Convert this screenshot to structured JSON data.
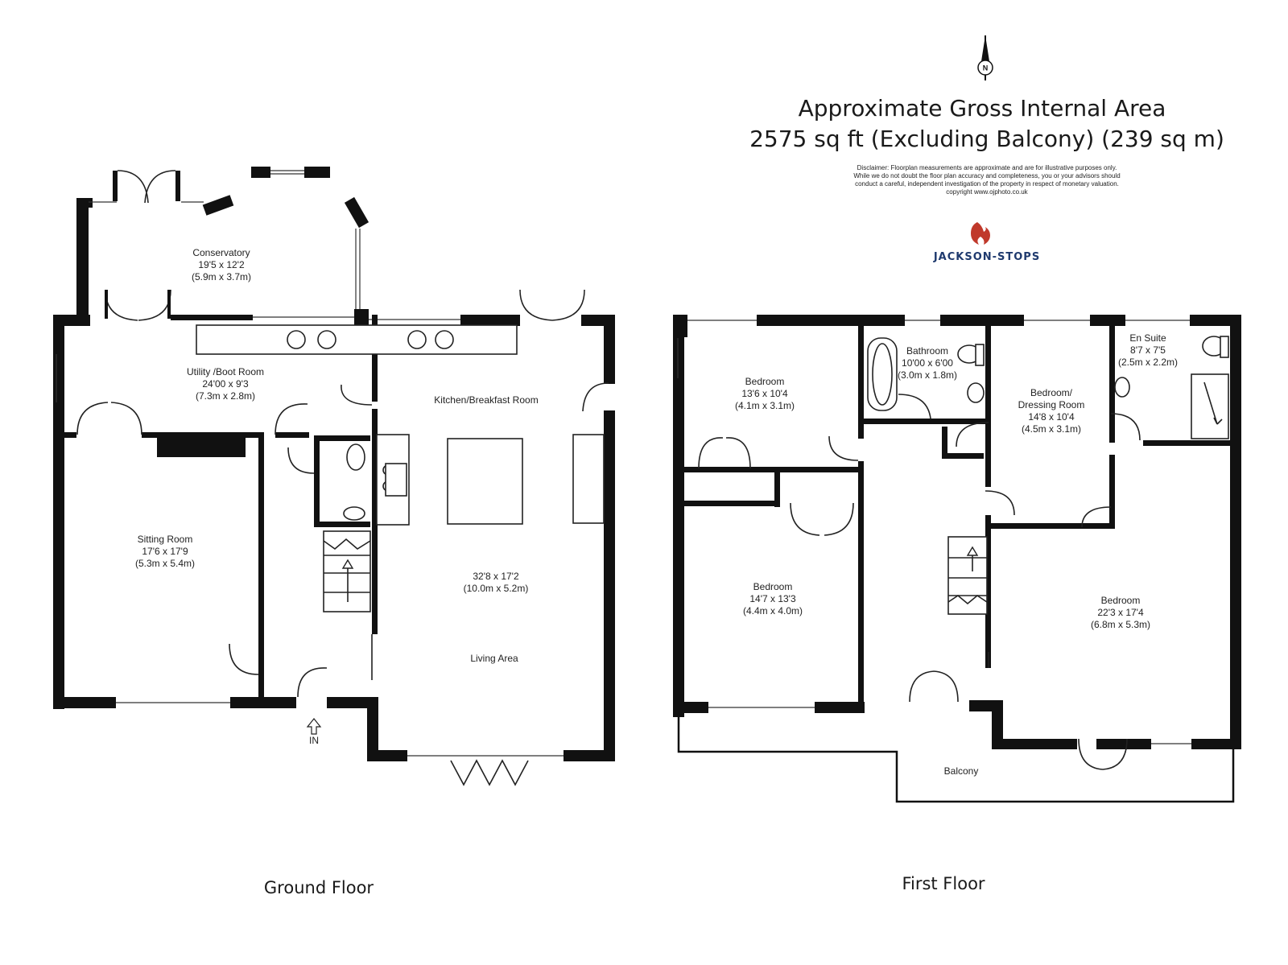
{
  "header": {
    "title_line1": "Approximate Gross Internal Area",
    "title_line2": "2575 sq ft (Excluding Balcony) (239 sq m)",
    "disclaimer": [
      "Disclaimer: Floorplan measurements are approximate and are for illustrative purposes only.",
      "While we do not doubt the floor plan accuracy and completeness, you or your advisors should",
      "conduct a careful, independent investigation of the property in respect of monetary valuation.",
      "copyright www.ojphoto.co.uk"
    ],
    "brand": "JACKSON-STOPS",
    "brand_color": "#1f3a6e",
    "logo_color": "#c0392b",
    "north_label": "N"
  },
  "ground_floor": {
    "label": "Ground Floor",
    "entrance": "IN",
    "rooms": {
      "conservatory": [
        "Conservatory",
        "19'5 x 12'2",
        "(5.9m x 3.7m)"
      ],
      "utility": [
        "Utility /Boot Room",
        "24'00 x 9'3",
        "(7.3m x 2.8m)"
      ],
      "kitchen": [
        "Kitchen/Breakfast Room"
      ],
      "kitchen_dims": [
        "32'8 x 17'2",
        "(10.0m x 5.2m)"
      ],
      "living": [
        "Living Area"
      ],
      "sitting": [
        "Sitting Room",
        "17'6 x 17'9",
        "(5.3m x 5.4m)"
      ]
    }
  },
  "first_floor": {
    "label": "First Floor",
    "rooms": {
      "bedroom1": [
        "Bedroom",
        "13'6 x 10'4",
        "(4.1m x 3.1m)"
      ],
      "bathroom": [
        "Bathroom",
        "10'00 x 6'00",
        "(3.0m x 1.8m)"
      ],
      "dressing": [
        "Bedroom/",
        "Dressing Room",
        "14'8 x 10'4",
        "(4.5m x 3.1m)"
      ],
      "ensuite": [
        "En Suite",
        "8'7 x 7'5",
        "(2.5m x 2.2m)"
      ],
      "bedroom2": [
        "Bedroom",
        "14'7 x 13'3",
        "(4.4m x 4.0m)"
      ],
      "bedroom3": [
        "Bedroom",
        "22'3 x 17'4",
        "(6.8m x 5.3m)"
      ],
      "balcony": [
        "Balcony"
      ]
    }
  }
}
